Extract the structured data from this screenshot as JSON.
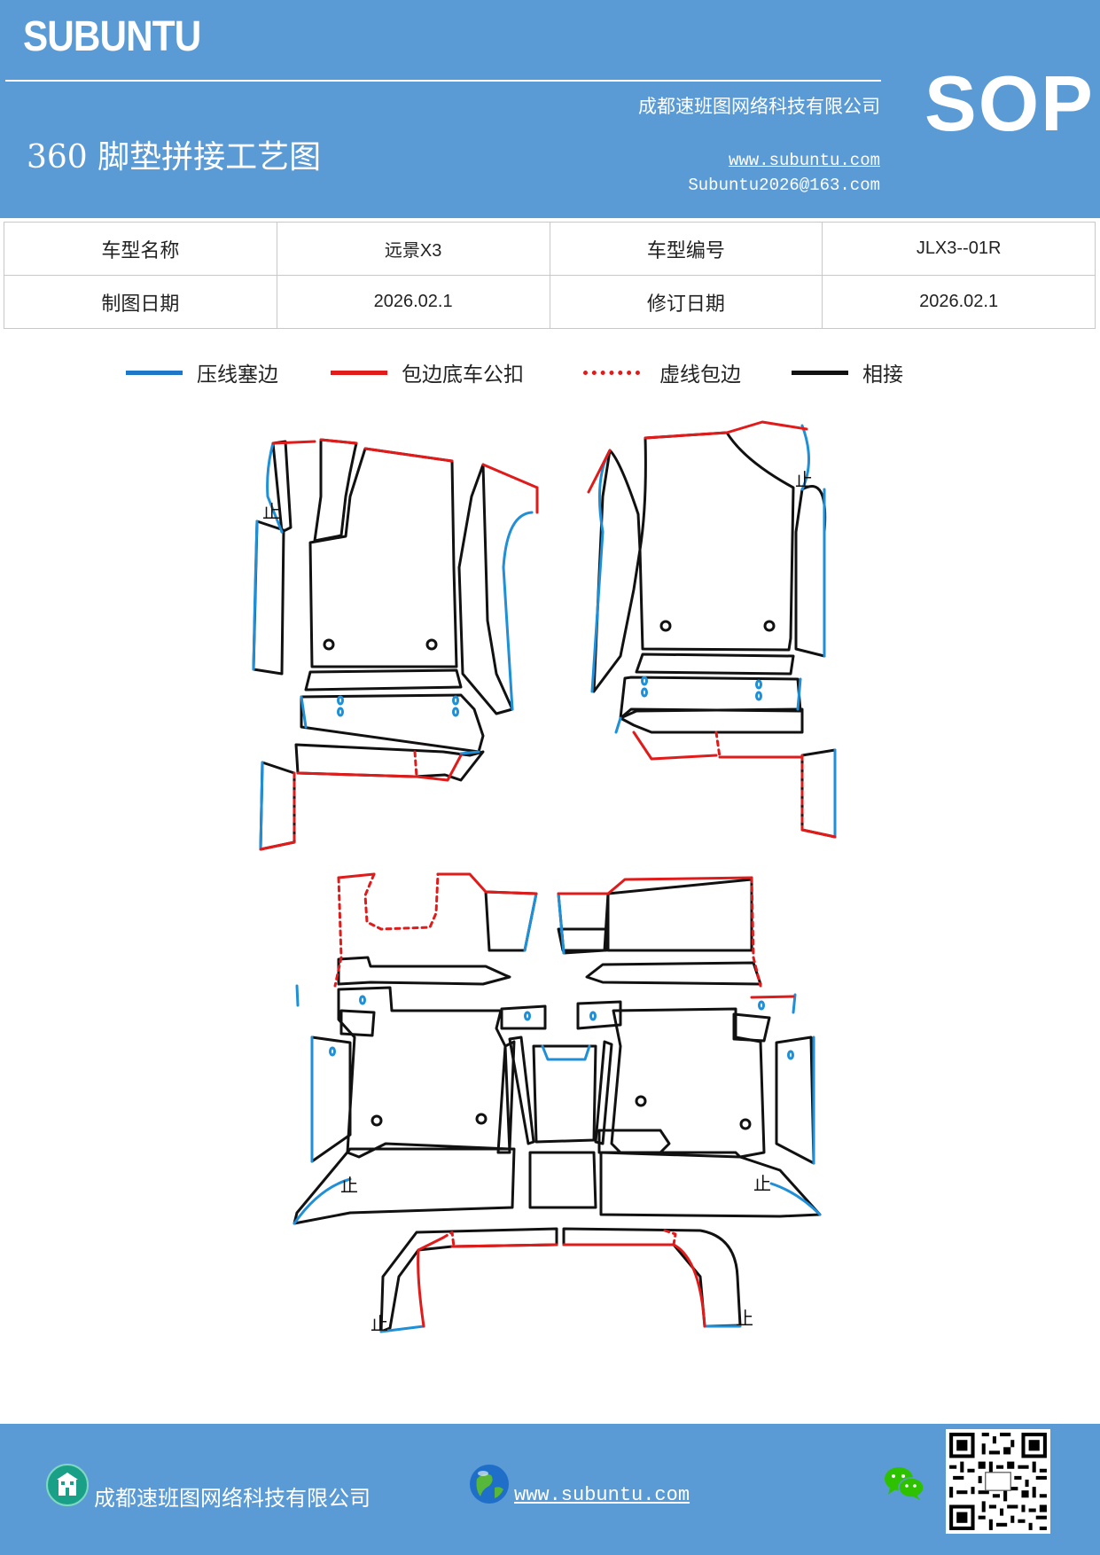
{
  "header": {
    "brand": "SUBUNTU",
    "company": "成都速班图网络科技有限公司",
    "website": "www.subuntu.com",
    "email": "Subuntu2026@163.com",
    "title": "360 脚垫拼接工艺图",
    "badge": "SOP"
  },
  "info": {
    "rows": [
      {
        "label1": "车型名称",
        "value1": "远景X3",
        "label2": "车型编号",
        "value2": "JLX3--01R"
      },
      {
        "label1": "制图日期",
        "value1": "2026.02.1",
        "label2": "修订日期",
        "value2": "2026.02.1"
      }
    ]
  },
  "legend": [
    {
      "label": "压线塞边",
      "color": "#1f77c8",
      "style": "solid"
    },
    {
      "label": "包边底车公扣",
      "color": "#e11a1a",
      "style": "solid"
    },
    {
      "label": "虚线包边",
      "color": "#e11a1a",
      "style": "dotted"
    },
    {
      "label": "相接",
      "color": "#111111",
      "style": "solid"
    }
  ],
  "drawing": {
    "marks": [
      "止",
      "止",
      "止",
      "止",
      "止",
      "止"
    ]
  },
  "footer": {
    "company": "成都速班图网络科技有限公司",
    "website": "www.subuntu.com",
    "icons": [
      "building-icon",
      "globe-icon",
      "wechat-icon",
      "qr-code"
    ]
  }
}
